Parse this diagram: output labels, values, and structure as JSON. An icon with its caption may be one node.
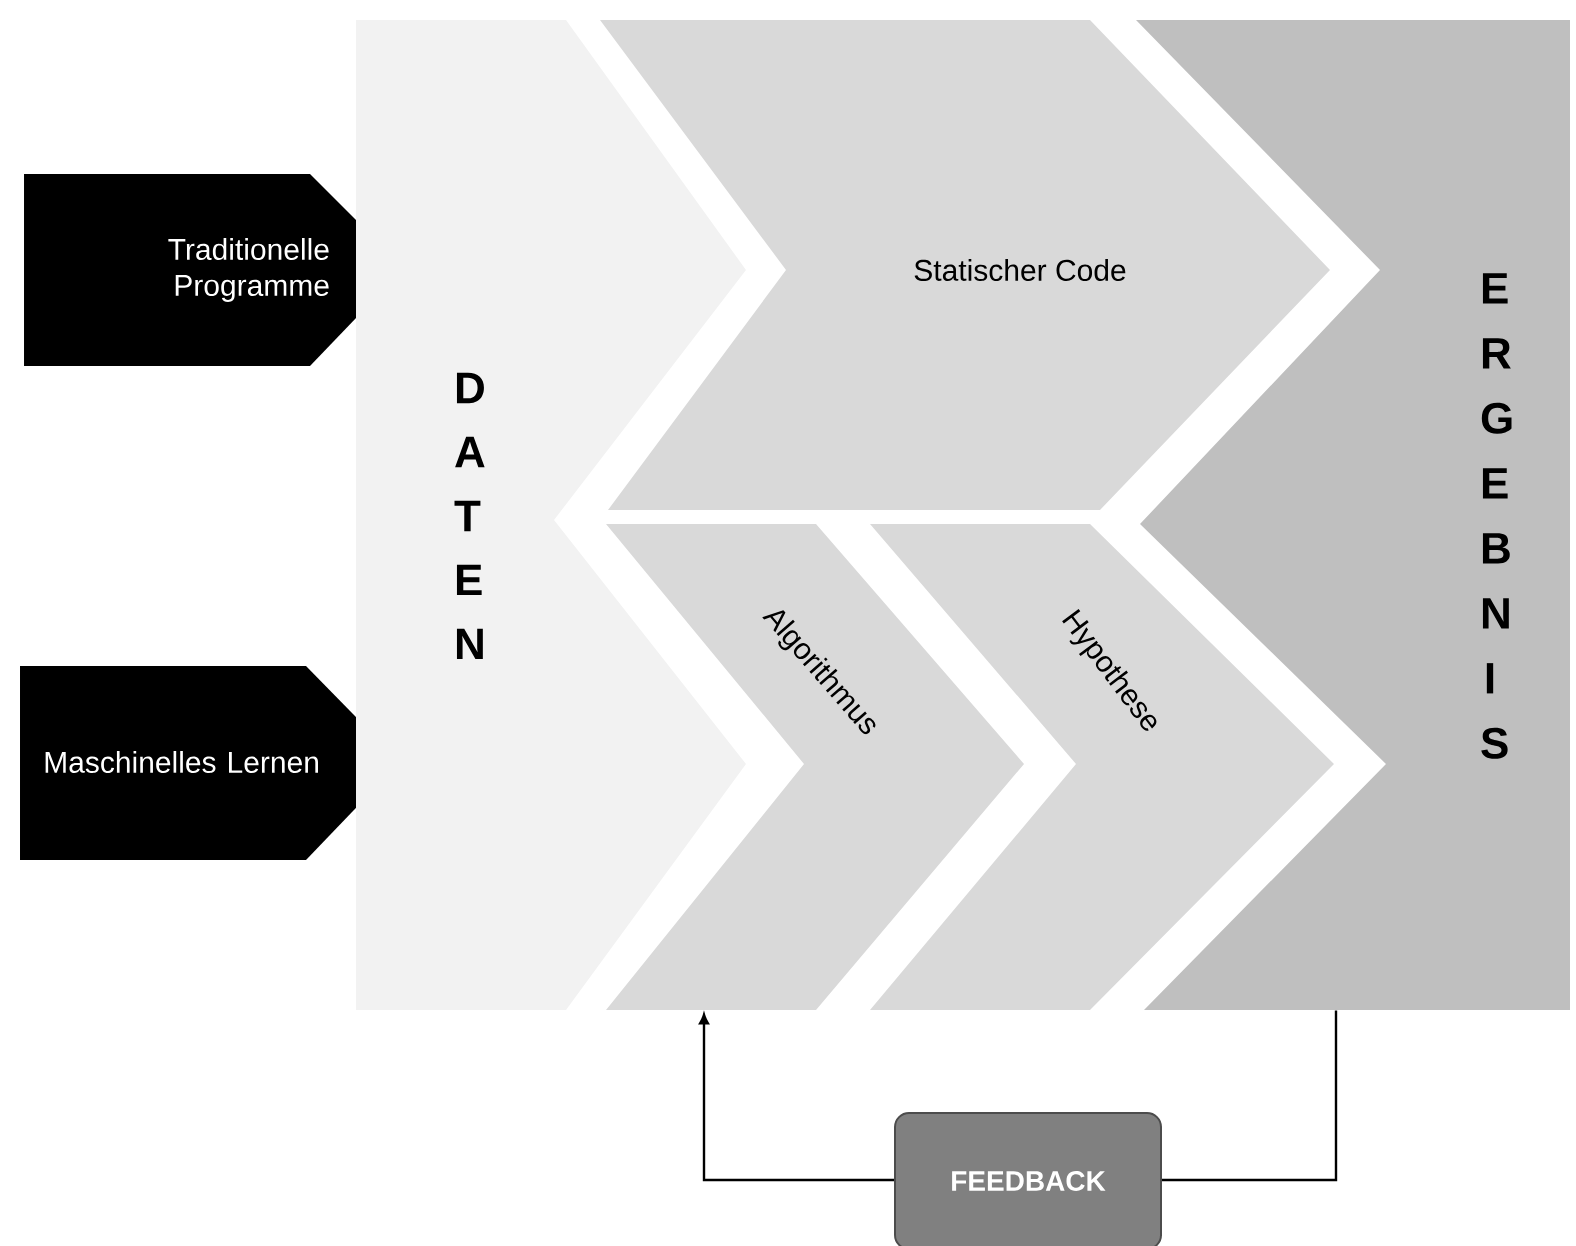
{
  "diagram": {
    "nodes": [
      {
        "text": [
          "Traditionelle Programme"
        ]
      },
      {
        "text": [
          "Maschinelles Lernen"
        ]
      },
      {
        "text": [
          "D A T E N"
        ]
      },
      {
        "text": [
          "Statischer Code"
        ]
      },
      {
        "text": [
          "Algorithmus"
        ]
      },
      {
        "text": [
          "Hypothese"
        ]
      },
      {
        "text": [
          "E R G E B N I S"
        ]
      },
      {
        "text": [
          "FEEDBACK"
        ]
      }
    ],
    "edges": [
      {
        "from": 6,
        "to": 7,
        "arrow": "none"
      },
      {
        "from": 7,
        "to": 4,
        "arrow": "to"
      }
    ]
  }
}
